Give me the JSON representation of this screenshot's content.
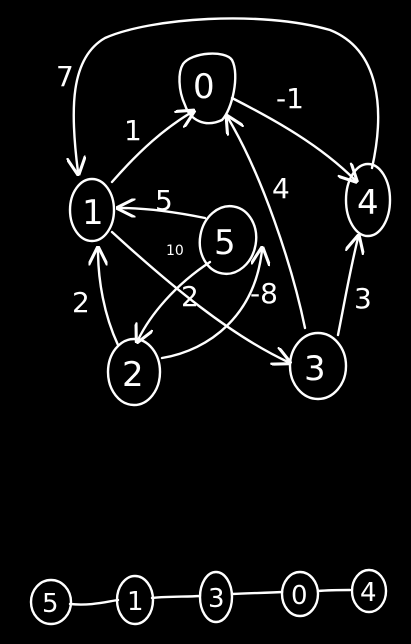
{
  "nodes": {
    "n0": "0",
    "n1": "1",
    "n2": "2",
    "n3": "3",
    "n4": "4",
    "n5": "5"
  },
  "edge_labels": {
    "e1_0": "1",
    "e0_4": "-1",
    "e4_1": "7",
    "e5_1": "5",
    "e3_0": "4",
    "e3_4": "3",
    "e2_1": "2",
    "e1_3": "2",
    "e2_5": "-8",
    "e5_2": "10"
  },
  "order": [
    "5",
    "1",
    "3",
    "0",
    "4"
  ],
  "colors": {
    "background": "#000000",
    "ink": "#ffffff"
  }
}
